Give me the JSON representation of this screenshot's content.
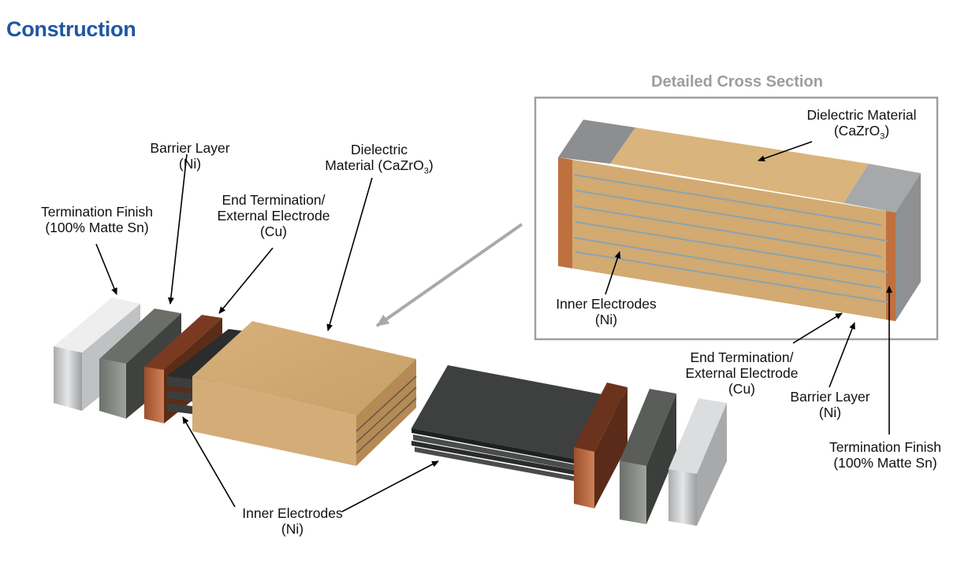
{
  "header": {
    "title": "Construction"
  },
  "detail": {
    "title": "Detailed Cross Section"
  },
  "labels": {
    "term_finish": {
      "line1": "Termination Finish",
      "line2": "(100% Matte Sn)"
    },
    "barrier": {
      "line1": "Barrier Layer",
      "line2": "(Ni)"
    },
    "end_term": {
      "line1": "End Termination/",
      "line2": "External Electrode",
      "line3": "(Cu)"
    },
    "dielectric": {
      "line1": "Dielectric",
      "line2": "Material (CaZrO",
      "sub": "3",
      "close": ")"
    },
    "inner": {
      "line1": "Inner Electrodes",
      "line2": "(Ni)"
    }
  },
  "detail_labels": {
    "dielectric": {
      "line1": "Dielectric Material",
      "line2": "(CaZrO",
      "sub": "3",
      "close": ")"
    },
    "inner": {
      "line1": "Inner Electrodes",
      "line2": "(Ni)"
    },
    "end_term": {
      "line1": "End Termination/",
      "line2": "External Electrode",
      "line3": "(Cu)"
    },
    "barrier": {
      "line1": "Barrier Layer",
      "line2": "(Ni)"
    },
    "term_finish": {
      "line1": "Termination Finish",
      "line2": "(100% Matte Sn)"
    }
  },
  "colors": {
    "title": "#1f56a3",
    "dielectric": "#c9a26a",
    "copper": "#b8683e",
    "nickel": "#505350",
    "tin": "#c4c6c8",
    "electrode": "#3a3c3b"
  }
}
